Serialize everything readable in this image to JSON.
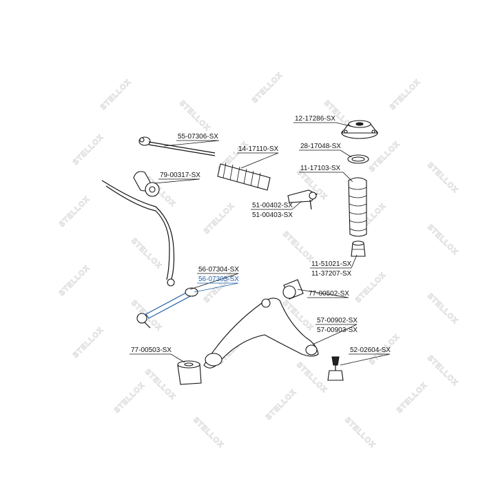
{
  "watermark_text": "STELLOX",
  "colors": {
    "label": "#111111",
    "highlight": "#1f5fa8",
    "watermark": "#cfcfcf"
  },
  "labels": [
    {
      "id": "p1",
      "text": "12-17286-SX"
    },
    {
      "id": "p2",
      "text": "55-07306-SX"
    },
    {
      "id": "p3",
      "text": "14-17110-SX"
    },
    {
      "id": "p4",
      "text": "28-17048-SX"
    },
    {
      "id": "p5",
      "text": "11-17103-SX"
    },
    {
      "id": "p6",
      "text": "79-00317-SX"
    },
    {
      "id": "p7",
      "text": "51-00402-SX"
    },
    {
      "id": "p8",
      "text": "51-00403-SX"
    },
    {
      "id": "p9",
      "text": "56-07304-SX"
    },
    {
      "id": "p10",
      "text": "56-07305-SX",
      "highlight": true
    },
    {
      "id": "p11",
      "text": "11-51021-SX"
    },
    {
      "id": "p12",
      "text": "11-37207-SX"
    },
    {
      "id": "p13",
      "text": "77-00502-SX"
    },
    {
      "id": "p14",
      "text": "57-00902-SX"
    },
    {
      "id": "p15",
      "text": "57-00903-SX"
    },
    {
      "id": "p16",
      "text": "77-00503-SX"
    },
    {
      "id": "p17",
      "text": "52-02604-SX"
    }
  ]
}
